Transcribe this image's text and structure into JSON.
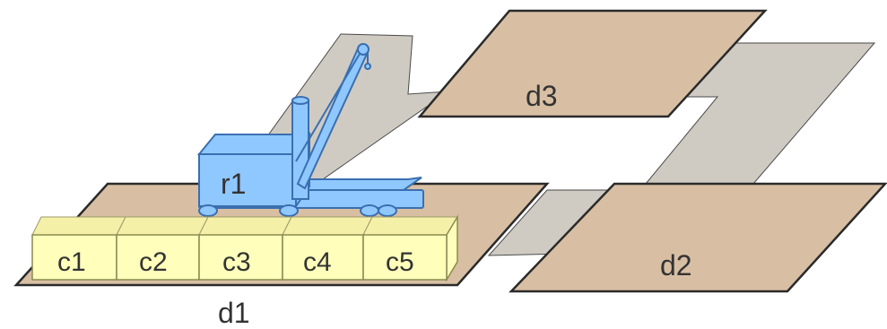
{
  "docks": [
    {
      "id": "d1",
      "label": "d1"
    },
    {
      "id": "d2",
      "label": "d2"
    },
    {
      "id": "d3",
      "label": "d3"
    }
  ],
  "robot": {
    "label": "r1"
  },
  "containers": [
    {
      "label": "c1"
    },
    {
      "label": "c2"
    },
    {
      "label": "c3"
    },
    {
      "label": "c4"
    },
    {
      "label": "c5"
    }
  ],
  "colors": {
    "dock_fill": "#d8bfa3",
    "road_fill": "#cfcbc3",
    "robot_fill": "#8fc8ff",
    "container_fill": "#ffffbb"
  }
}
